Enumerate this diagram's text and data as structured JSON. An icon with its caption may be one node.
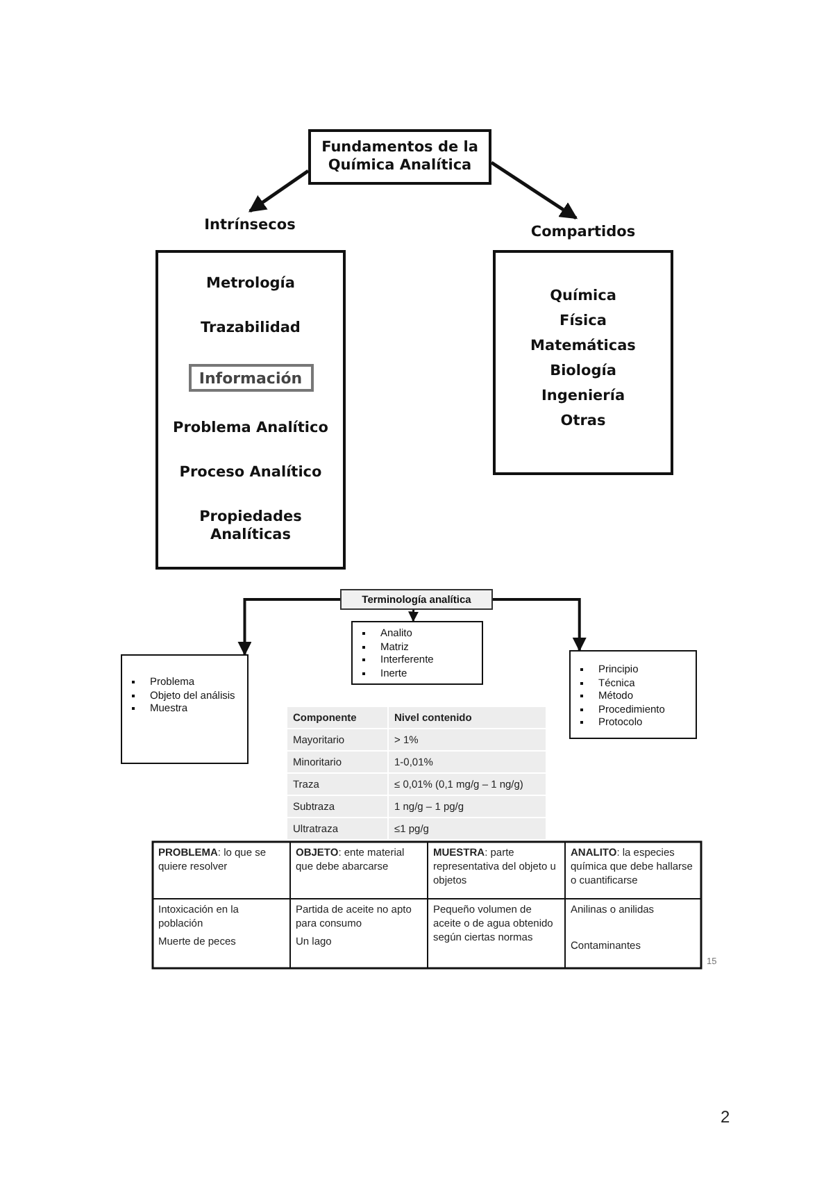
{
  "diagram": {
    "nodes": [
      {
        "text": [
          "Fundamentos de la Química Analítica"
        ]
      },
      {
        "text": [
          "Intrínsecos"
        ]
      },
      {
        "text": [
          "Metrología",
          "Trazabilidad",
          "Problema Analítico",
          "Proceso Analítico",
          "Propiedades Analíticas"
        ]
      },
      {
        "text": [
          "Información"
        ],
        "in": 2
      },
      {
        "text": [
          "Compartidos"
        ]
      },
      {
        "text": [
          "Química",
          "Física",
          "Matemáticas",
          "Biología",
          "Ingeniería",
          "Otras"
        ]
      },
      {
        "text": [
          "Terminología analítica"
        ]
      },
      {
        "text": [
          "Problema",
          "Objeto del análisis",
          "Muestra"
        ]
      },
      {
        "text": [
          "Analito",
          "Matriz",
          "Interferente",
          "Inerte"
        ]
      },
      {
        "text": [
          "Principio",
          "Técnica",
          "Método",
          "Procedimiento",
          "Protocolo"
        ]
      }
    ],
    "edges": [
      {
        "from": 0,
        "to": 1,
        "arrow": "to"
      },
      {
        "from": 0,
        "to": 4,
        "arrow": "to"
      },
      {
        "from": 6,
        "to": 7,
        "arrow": "to"
      },
      {
        "from": 6,
        "to": 8,
        "arrow": "to"
      },
      {
        "from": 6,
        "to": 9,
        "arrow": "to"
      }
    ],
    "labels": [
      "Componente",
      "Nivel contenido",
      "Mayoritario",
      "> 1%",
      "Minoritario",
      "1-0,01%",
      "Traza",
      "≤ 0,01% (0,1 mg/g – 1 ng/g)",
      "Subtraza",
      "1 ng/g – 1 pg/g",
      "Ultratraza",
      "≤1 pg/g",
      "**PROBLEMA**: lo que se quiere resolver",
      "**OBJETO**: ente material que debe abarcarse",
      "**MUESTRA**: parte representativa del objeto u objetos",
      "**ANALITO**: la especies química que debe hallarse o cuantificarse",
      "Intoxicación en la población",
      "Muerte de peces",
      "Partida de aceite no apto para consumo",
      "Un lago",
      "Pequeño volumen de aceite o de agua obtenido según ciertas normas",
      "Anilinas o anilidas",
      "Contaminantes",
      "15",
      "2"
    ]
  }
}
